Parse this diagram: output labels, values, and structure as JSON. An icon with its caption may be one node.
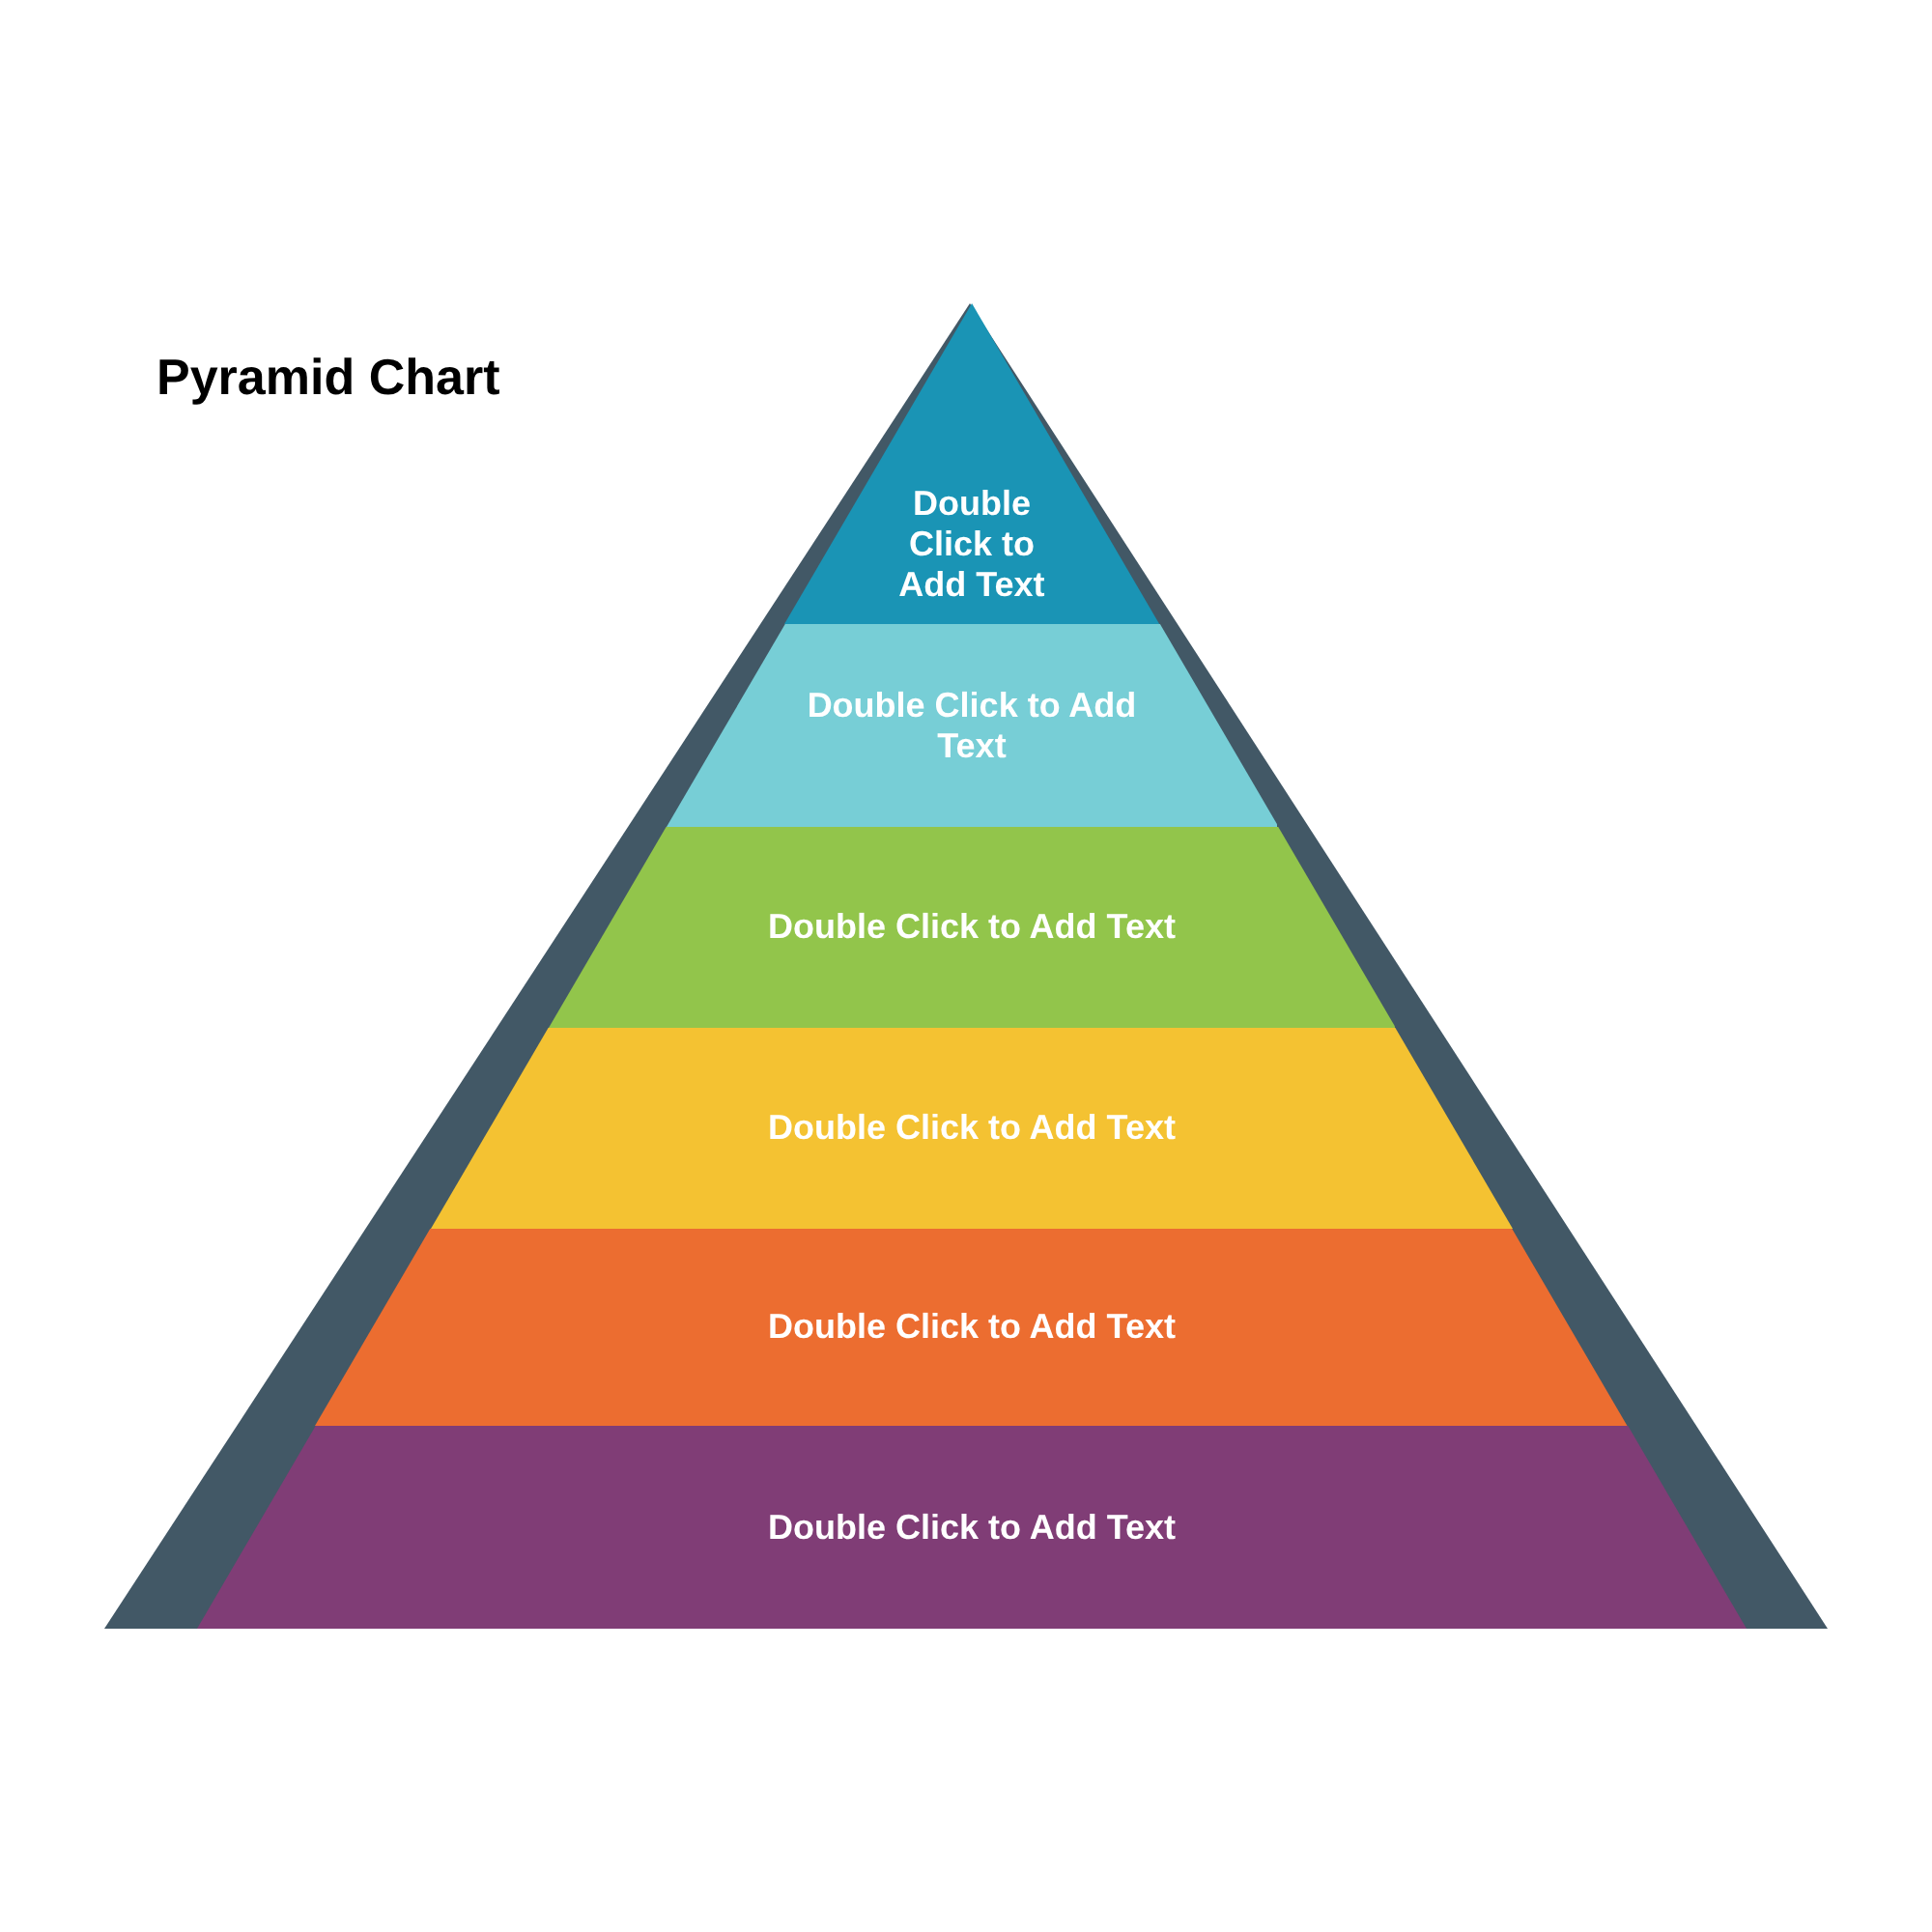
{
  "diagram": {
    "title": "Pyramid Chart",
    "nodes": [
      {
        "text": [
          "Double Click to Add Text"
        ]
      },
      {
        "text": [
          "Double Click to Add Text"
        ]
      },
      {
        "text": [
          "Double Click to Add Text"
        ]
      },
      {
        "text": [
          "Double Click to Add Text"
        ]
      },
      {
        "text": [
          "Double Click to Add Text"
        ]
      },
      {
        "text": [
          "Double Click to Add Text"
        ]
      }
    ]
  }
}
